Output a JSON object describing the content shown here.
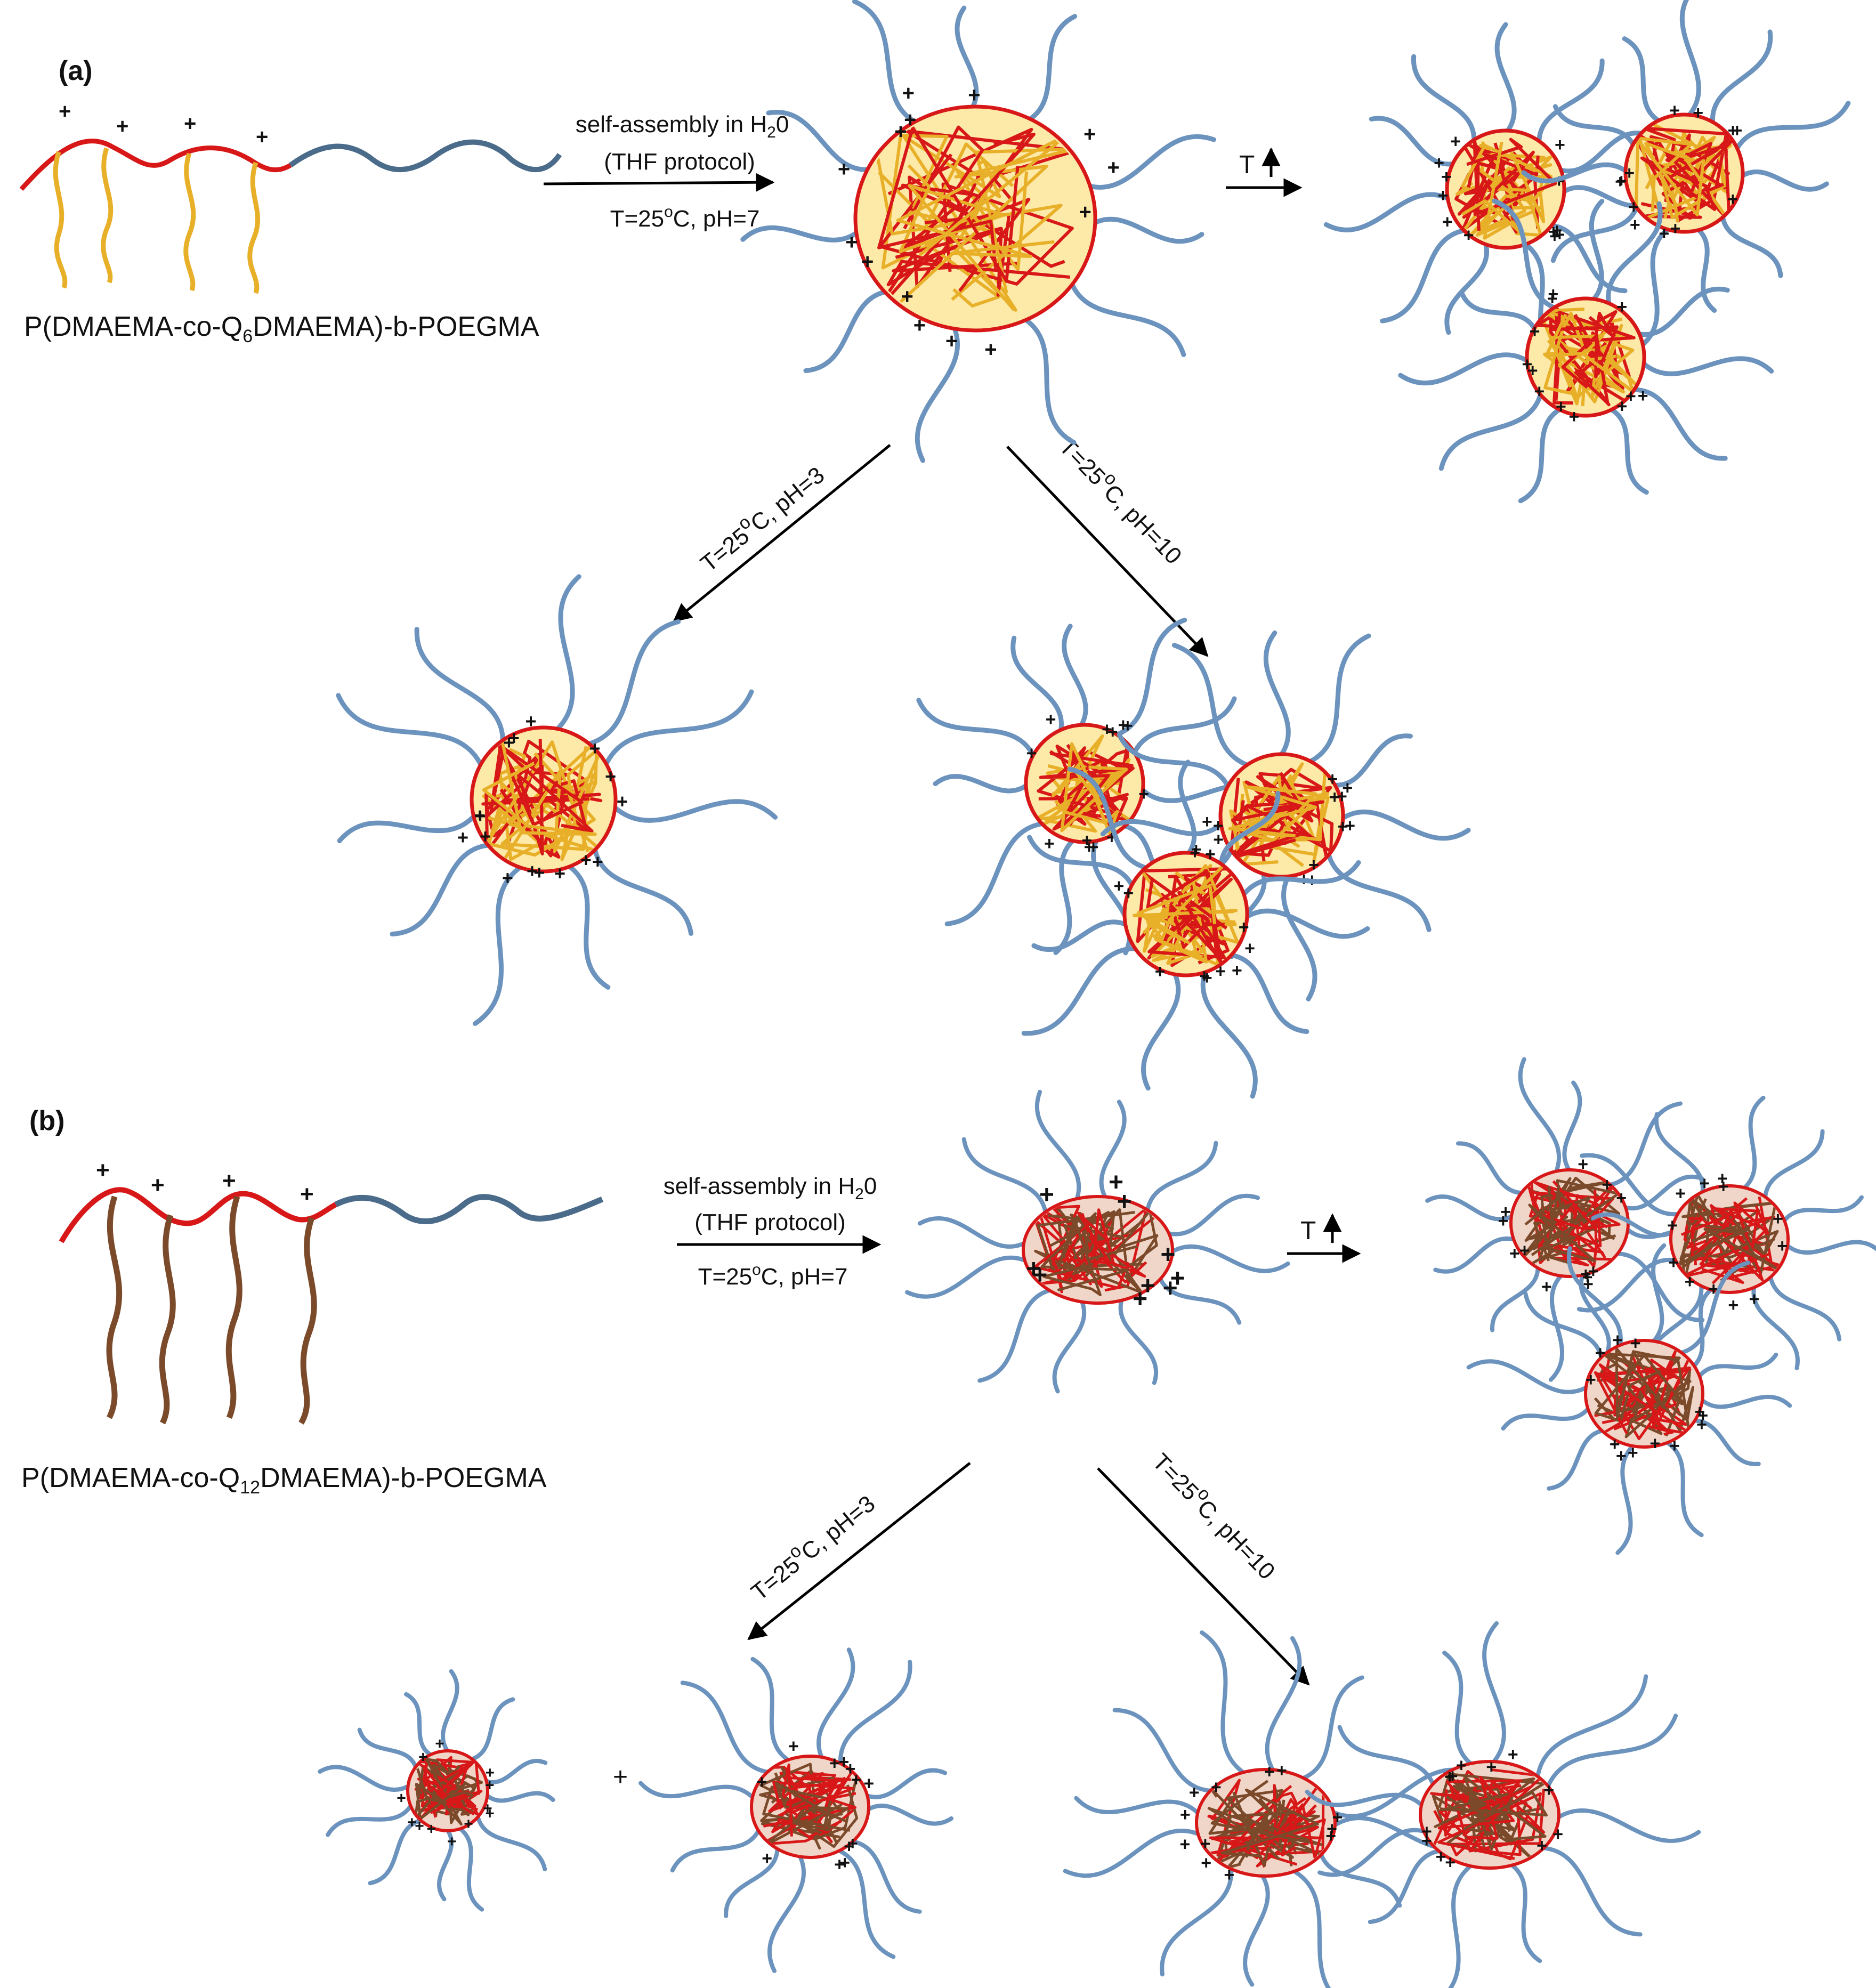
{
  "panel_a": {
    "label": "(a)",
    "polymer_label": {
      "pre": "P(DMAEMA-co-Q",
      "sub": "6",
      "post": "DMAEMA)-b-POEGMA"
    },
    "assembly": {
      "line1_pre": "self-assembly in H",
      "line1_sub": "2",
      "line1_post": "0",
      "line2": "(THF protocol)",
      "line3_pre": "T=25",
      "line3_sup": "o",
      "line3_post": "C, pH=7"
    },
    "t_arrow": {
      "label": "T"
    },
    "acid": {
      "pre": "T=25",
      "sup": "o",
      "post": "C, pH=3"
    },
    "base": {
      "pre": "T=25",
      "sup": "o",
      "post": "C, pH=10"
    }
  },
  "panel_b": {
    "label": "(b)",
    "polymer_label": {
      "pre": "P(DMAEMA-co-Q",
      "sub": "12",
      "post": "DMAEMA)-b-POEGMA"
    },
    "assembly": {
      "line1_pre": "self-assembly in H",
      "line1_sub": "2",
      "line1_post": "0",
      "line2": "(THF protocol)",
      "line3_pre": "T=25",
      "line3_sup": "o",
      "line3_post": "C, pH=7"
    },
    "t_arrow": {
      "label": "T"
    },
    "acid": {
      "pre": "T=25",
      "sup": "o",
      "post": "C, pH=3"
    },
    "base": {
      "pre": "T=25",
      "sup": "o",
      "post": "C, pH=10"
    },
    "mixture_plus": "+"
  },
  "colors": {
    "core_outline": "#d81818",
    "corona_chain": "#6b93bd",
    "side_chain_a": "#e8b028",
    "side_chain_b": "#7a4a2a",
    "charge_a": "#c8a030",
    "charge_b": "#7a3a1a"
  }
}
